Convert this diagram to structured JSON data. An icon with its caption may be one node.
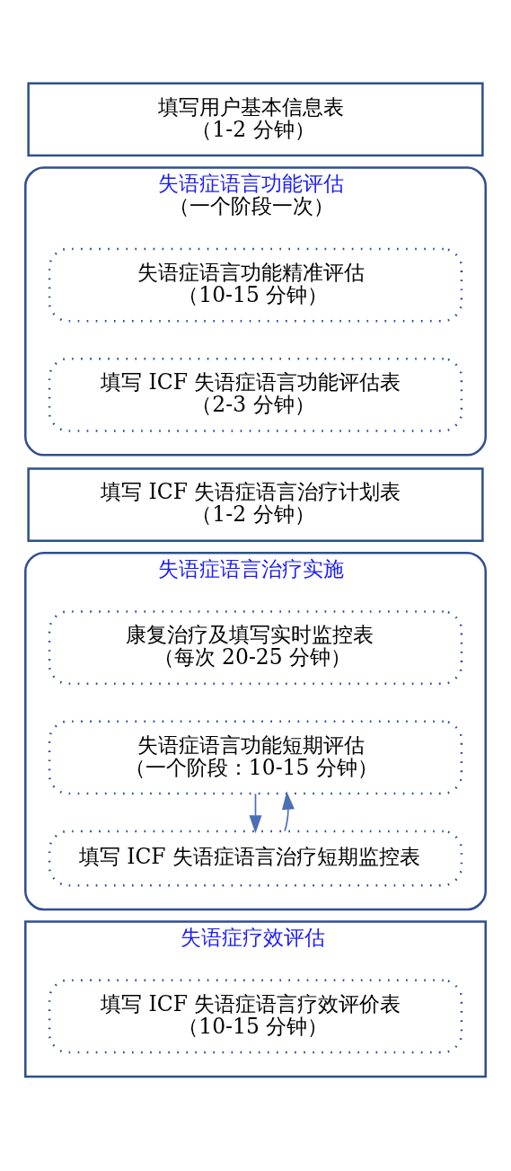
{
  "diagram": {
    "nodes": [
      {
        "text": [
          "填写用户基本信息表",
          "（1-2 分钟）"
        ]
      },
      {
        "text": [
          "失语症语言功能评估",
          "（一个阶段一次）"
        ]
      },
      {
        "text": [
          "失语症语言功能精准评估",
          "（10-15 分钟）"
        ],
        "in": 1
      },
      {
        "text": [
          "填写 ICF 失语症语言功能评估表",
          "（2-3 分钟）"
        ],
        "in": 1
      },
      {
        "text": [
          "填写 ICF 失语症语言治疗计划表",
          "（1-2 分钟）"
        ]
      },
      {
        "text": [
          "失语症语言治疗实施"
        ]
      },
      {
        "text": [
          "康复治疗及填写实时监控表",
          "（每次 20-25 分钟）"
        ],
        "in": 5
      },
      {
        "text": [
          "失语症语言功能短期评估",
          "（一个阶段：10-15 分钟）"
        ],
        "in": 5
      },
      {
        "text": [
          "填写 ICF 失语症语言治疗短期监控表"
        ],
        "in": 5
      },
      {
        "text": [
          "失语症疗效评估"
        ]
      },
      {
        "text": [
          "填写 ICF 失语症语言疗效评价表",
          "（10-15 分钟）"
        ],
        "in": 9
      }
    ],
    "edges": [
      {
        "from": 7,
        "to": 8,
        "arrow": "to",
        "color": "#4a6fb5"
      },
      {
        "from": 8,
        "to": 7,
        "arrow": "to",
        "color": "#4a6fb5"
      }
    ]
  }
}
